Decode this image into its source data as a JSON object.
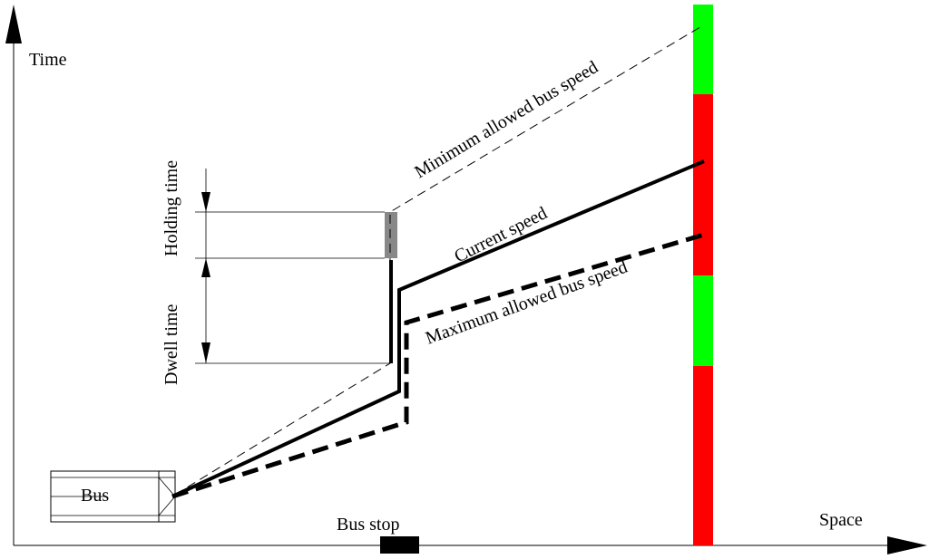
{
  "axes": {
    "y_label": "Time",
    "x_label": "Space"
  },
  "labels": {
    "holding_time": "Holding time",
    "dwell_time": "Dwell time",
    "minimum_speed": "Minimum allowed bus speed",
    "current_speed": "Current speed",
    "maximum_speed": "Maximum allowed bus speed",
    "bus": "Bus",
    "bus_stop": "Bus stop"
  },
  "signal": {
    "phases": [
      "green",
      "red",
      "green",
      "red"
    ],
    "colors": {
      "green": "#00ff00",
      "red": "#ff0000",
      "holding_block": "#888888",
      "line": "#000000"
    }
  }
}
